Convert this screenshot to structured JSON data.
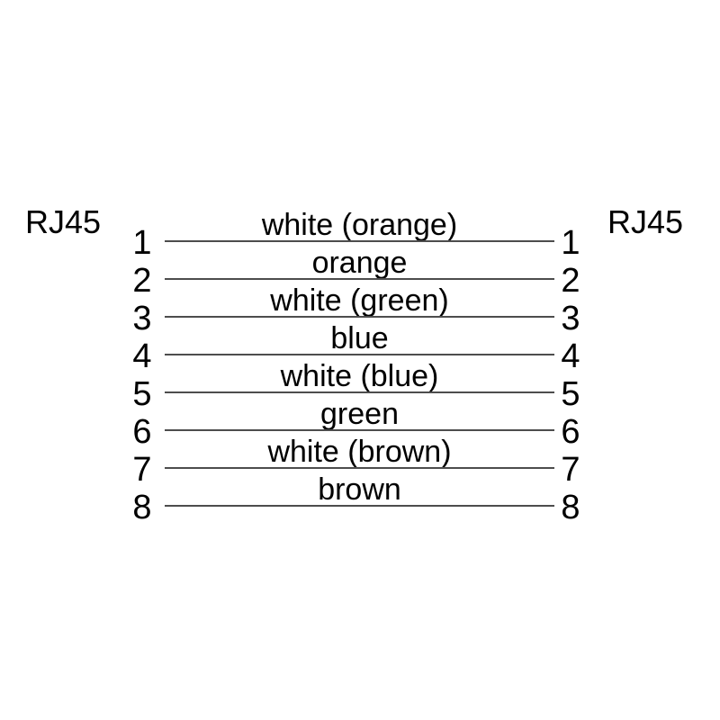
{
  "diagram": {
    "left_connector": "RJ45",
    "right_connector": "RJ45",
    "wires": [
      {
        "pin_left": "1",
        "pin_right": "1",
        "label": "white (orange)"
      },
      {
        "pin_left": "2",
        "pin_right": "2",
        "label": "orange"
      },
      {
        "pin_left": "3",
        "pin_right": "3",
        "label": "white (green)"
      },
      {
        "pin_left": "4",
        "pin_right": "4",
        "label": "blue"
      },
      {
        "pin_left": "5",
        "pin_right": "5",
        "label": "white (blue)"
      },
      {
        "pin_left": "6",
        "pin_right": "6",
        "label": "green"
      },
      {
        "pin_left": "7",
        "pin_right": "7",
        "label": "white (brown)"
      },
      {
        "pin_left": "8",
        "pin_right": "8",
        "label": "brown"
      }
    ],
    "colors": {
      "background": "#ffffff",
      "text": "#000000",
      "line": "#4d4d4d"
    }
  }
}
